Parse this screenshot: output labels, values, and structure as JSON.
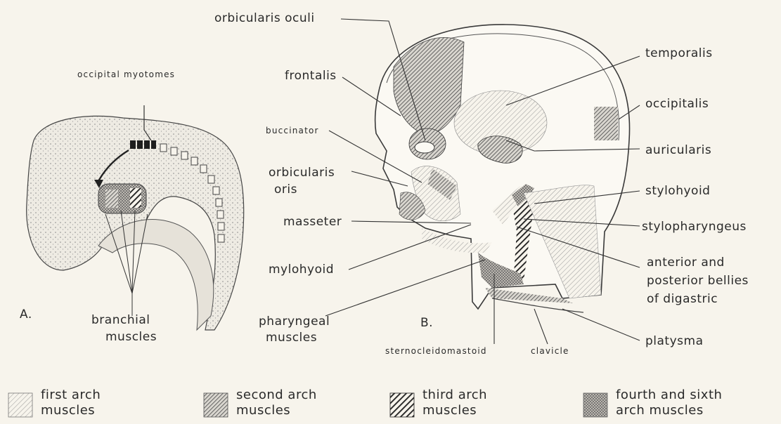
{
  "panels": {
    "a": "A.",
    "b": "B."
  },
  "embryo_labels": {
    "occipital_myotomes": "occipital myotomes",
    "branchial_muscles_1": "branchial",
    "branchial_muscles_2": "muscles"
  },
  "head_labels": {
    "orbicularis_oculi": "orbicularis oculi",
    "frontalis": "frontalis",
    "buccinator": "buccinator",
    "orbicularis_oris_1": "orbicularis",
    "orbicularis_oris_2": "oris",
    "masseter": "masseter",
    "mylohyoid": "mylohyoid",
    "pharyngeal_1": "pharyngeal",
    "pharyngeal_2": "muscles",
    "sternocleidomastoid": "sternocleidomastoid",
    "clavicle": "clavicle",
    "temporalis": "temporalis",
    "occipitalis": "occipitalis",
    "auricularis": "auricularis",
    "stylohyoid": "stylohyoid",
    "stylopharyngeus": "stylopharyngeus",
    "digastric_1": "anterior and",
    "digastric_2": "posterior bellies",
    "digastric_3": "of digastric",
    "platysma": "platysma"
  },
  "legend": [
    {
      "line1": "first arch",
      "line2": "muscles",
      "pattern": "light-hatch"
    },
    {
      "line1": "second arch",
      "line2": "muscles",
      "pattern": "medium-hatch"
    },
    {
      "line1": "third arch",
      "line2": "muscles",
      "pattern": "heavy-hatch"
    },
    {
      "line1": "fourth and sixth",
      "line2": "arch muscles",
      "pattern": "cross-hatch"
    }
  ],
  "colors": {
    "background": "#f7f4ec",
    "ink": "#2a2a2a"
  }
}
